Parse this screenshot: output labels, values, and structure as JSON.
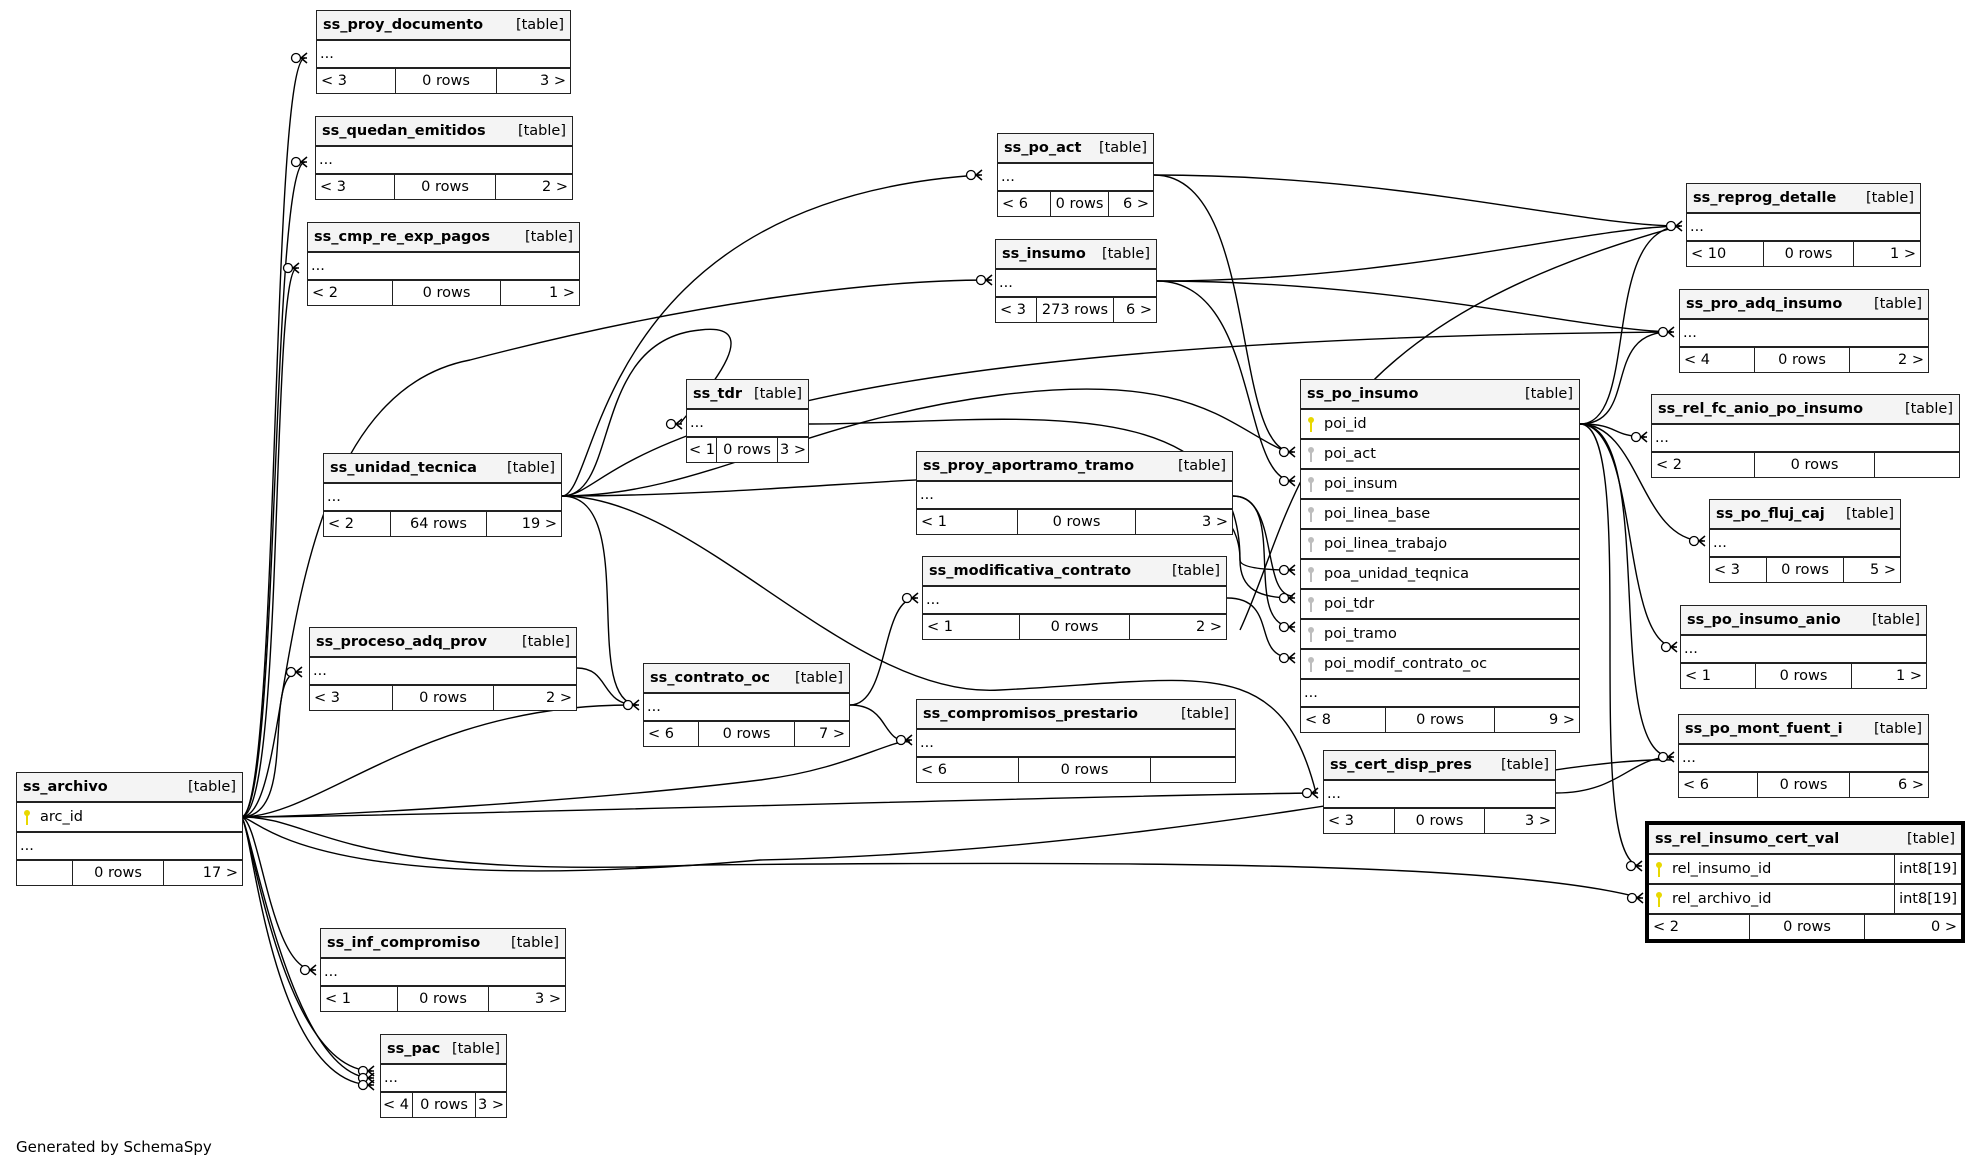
{
  "footer": "Generated by SchemaSpy",
  "type_label": "[table]",
  "ellipsis": "...",
  "tables": {
    "ss_proy_documento": {
      "name": "ss_proy_documento",
      "parents": "< 3",
      "rows": "0 rows",
      "children": "3 >"
    },
    "ss_quedan_emitidos": {
      "name": "ss_quedan_emitidos",
      "parents": "< 3",
      "rows": "0 rows",
      "children": "2 >"
    },
    "ss_cmp_re_exp_pagos": {
      "name": "ss_cmp_re_exp_pagos",
      "parents": "< 2",
      "rows": "0 rows",
      "children": "1 >"
    },
    "ss_po_act": {
      "name": "ss_po_act",
      "parents": "< 6",
      "rows": "0 rows",
      "children": "6 >"
    },
    "ss_insumo": {
      "name": "ss_insumo",
      "parents": "< 3",
      "rows": "273 rows",
      "children": "6 >"
    },
    "ss_reprog_detalle": {
      "name": "ss_reprog_detalle",
      "parents": "< 10",
      "rows": "0 rows",
      "children": "1 >"
    },
    "ss_pro_adq_insumo": {
      "name": "ss_pro_adq_insumo",
      "parents": "< 4",
      "rows": "0 rows",
      "children": "2 >"
    },
    "ss_tdr": {
      "name": "ss_tdr",
      "parents": "< 1",
      "rows": "0 rows",
      "children": "3 >"
    },
    "ss_unidad_tecnica": {
      "name": "ss_unidad_tecnica",
      "parents": "< 2",
      "rows": "64 rows",
      "children": "19 >"
    },
    "ss_po_insumo": {
      "name": "ss_po_insumo",
      "parents": "< 8",
      "rows": "0 rows",
      "children": "9 >",
      "columns": [
        {
          "name": "poi_id",
          "key": "pk"
        },
        {
          "name": "poi_act",
          "key": "fk"
        },
        {
          "name": "poi_insum",
          "key": "fk"
        },
        {
          "name": "poi_linea_base",
          "key": "fk"
        },
        {
          "name": "poi_linea_trabajo",
          "key": "fk"
        },
        {
          "name": "poa_unidad_teqnica",
          "key": "fk"
        },
        {
          "name": "poi_tdr",
          "key": "fk"
        },
        {
          "name": "poi_tramo",
          "key": "fk"
        },
        {
          "name": "poi_modif_contrato_oc",
          "key": "fk"
        }
      ]
    },
    "ss_rel_fc_anio_po_insumo": {
      "name": "ss_rel_fc_anio_po_insumo",
      "parents": "< 2",
      "rows": "0 rows",
      "children": ""
    },
    "ss_proy_aportramo_tramo": {
      "name": "ss_proy_aportramo_tramo",
      "parents": "< 1",
      "rows": "0 rows",
      "children": "3 >"
    },
    "ss_po_fluj_caj": {
      "name": "ss_po_fluj_caj",
      "parents": "< 3",
      "rows": "0 rows",
      "children": "5 >"
    },
    "ss_modificativa_contrato": {
      "name": "ss_modificativa_contrato",
      "parents": "< 1",
      "rows": "0 rows",
      "children": "2 >"
    },
    "ss_po_insumo_anio": {
      "name": "ss_po_insumo_anio",
      "parents": "< 1",
      "rows": "0 rows",
      "children": "1 >"
    },
    "ss_proceso_adq_prov": {
      "name": "ss_proceso_adq_prov",
      "parents": "< 3",
      "rows": "0 rows",
      "children": "2 >"
    },
    "ss_contrato_oc": {
      "name": "ss_contrato_oc",
      "parents": "< 6",
      "rows": "0 rows",
      "children": "7 >"
    },
    "ss_compromisos_prestario": {
      "name": "ss_compromisos_prestario",
      "parents": "< 6",
      "rows": "0 rows",
      "children": ""
    },
    "ss_po_mont_fuent_i": {
      "name": "ss_po_mont_fuent_i",
      "parents": "< 6",
      "rows": "0 rows",
      "children": "6 >"
    },
    "ss_cert_disp_pres": {
      "name": "ss_cert_disp_pres",
      "parents": "< 3",
      "rows": "0 rows",
      "children": "3 >"
    },
    "ss_archivo": {
      "name": "ss_archivo",
      "parents": "",
      "rows": "0 rows",
      "children": "17 >",
      "columns": [
        {
          "name": "arc_id",
          "key": "pk"
        }
      ]
    },
    "ss_rel_insumo_cert_val": {
      "name": "ss_rel_insumo_cert_val",
      "parents": "< 2",
      "rows": "0 rows",
      "children": "0 >",
      "columns": [
        {
          "name": "rel_insumo_id",
          "key": "pk",
          "type": "int8[19]"
        },
        {
          "name": "rel_archivo_id",
          "key": "pk",
          "type": "int8[19]"
        }
      ]
    },
    "ss_inf_compromiso": {
      "name": "ss_inf_compromiso",
      "parents": "< 1",
      "rows": "0 rows",
      "children": "3 >"
    },
    "ss_pac": {
      "name": "ss_pac",
      "parents": "< 4",
      "rows": "0 rows",
      "children": "3 >"
    }
  }
}
